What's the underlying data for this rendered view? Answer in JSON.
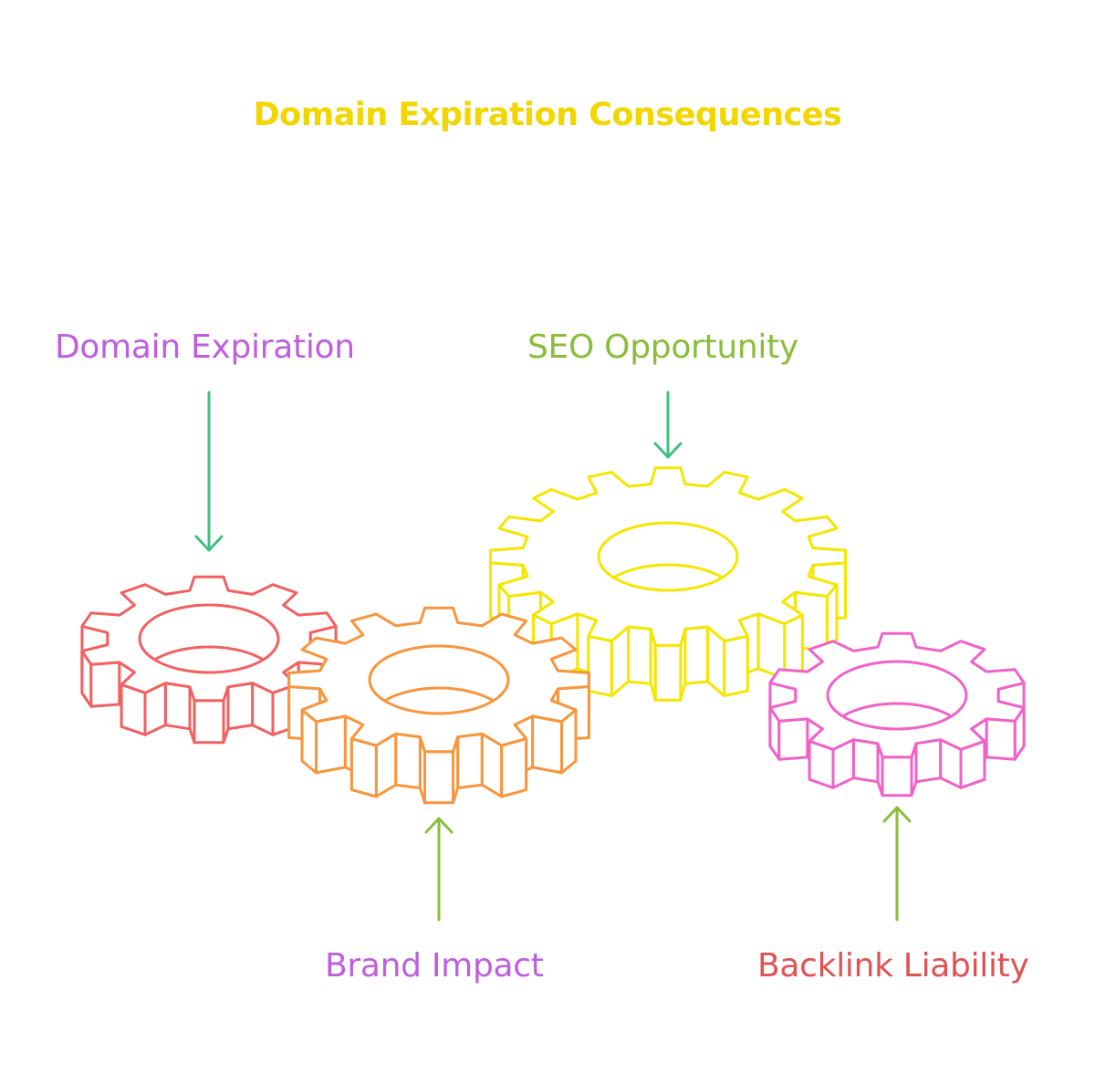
{
  "title": "Domain Expiration Consequences",
  "labels": {
    "domain_expiration": "Domain Expiration",
    "seo_opportunity": "SEO Opportunity",
    "brand_impact": "Brand Impact",
    "backlink_liability": "Backlink Liability"
  },
  "colors": {
    "title": "#f2d600",
    "purple": "#bd5fe0",
    "green_label": "#8bbd3c",
    "red_label": "#e05252",
    "arrow_teal": "#3fbf7f",
    "arrow_green": "#8bbd3c",
    "gear_red": "#f26161",
    "gear_orange": "#f7963e",
    "gear_yellow": "#f5e600",
    "gear_pink": "#f062c8"
  },
  "gears": [
    {
      "name": "red",
      "teeth": 10
    },
    {
      "name": "orange",
      "teeth": 12
    },
    {
      "name": "yellow",
      "teeth": 16
    },
    {
      "name": "pink",
      "teeth": 10
    }
  ]
}
